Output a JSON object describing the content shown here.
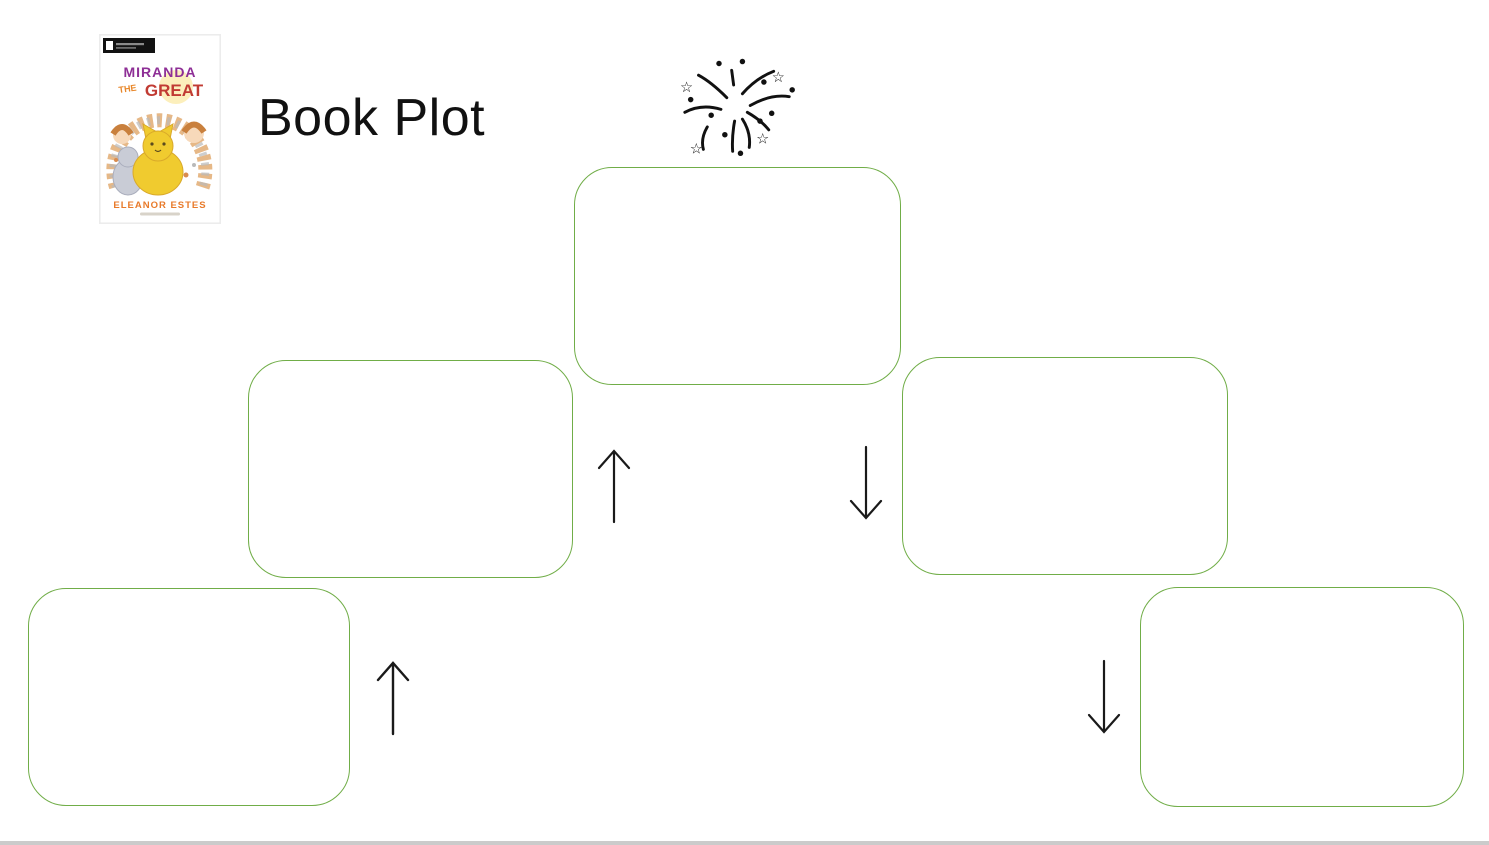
{
  "page": {
    "title": "Book Plot"
  },
  "book_cover": {
    "title_word1": "MIRANDA",
    "title_word2": "THE",
    "title_word3": "GREAT",
    "author": "ELEANOR ESTES"
  },
  "plot_boxes": [
    {
      "position": "bottom-left",
      "text": ""
    },
    {
      "position": "middle-left",
      "text": ""
    },
    {
      "position": "top-center",
      "text": ""
    },
    {
      "position": "middle-right",
      "text": ""
    },
    {
      "position": "bottom-right",
      "text": ""
    }
  ],
  "arrows": [
    {
      "direction": "up",
      "between": "bottom-left and middle-left boxes"
    },
    {
      "direction": "up",
      "between": "middle-left and top-center boxes"
    },
    {
      "direction": "down",
      "between": "top-center and middle-right boxes"
    },
    {
      "direction": "down",
      "between": "middle-right and bottom-right boxes"
    }
  ],
  "icons": {
    "fireworks": "fireworks-icon"
  },
  "colors": {
    "box_border": "#70ad47",
    "title_text": "#111111",
    "arrow": "#1a1a1a",
    "bottom_bar": "#cbcbcb",
    "book_title_miranda": "#8e2f96",
    "book_title_the": "#e8872a",
    "book_title_great": "#c13b33",
    "book_author": "#e87a2a"
  }
}
